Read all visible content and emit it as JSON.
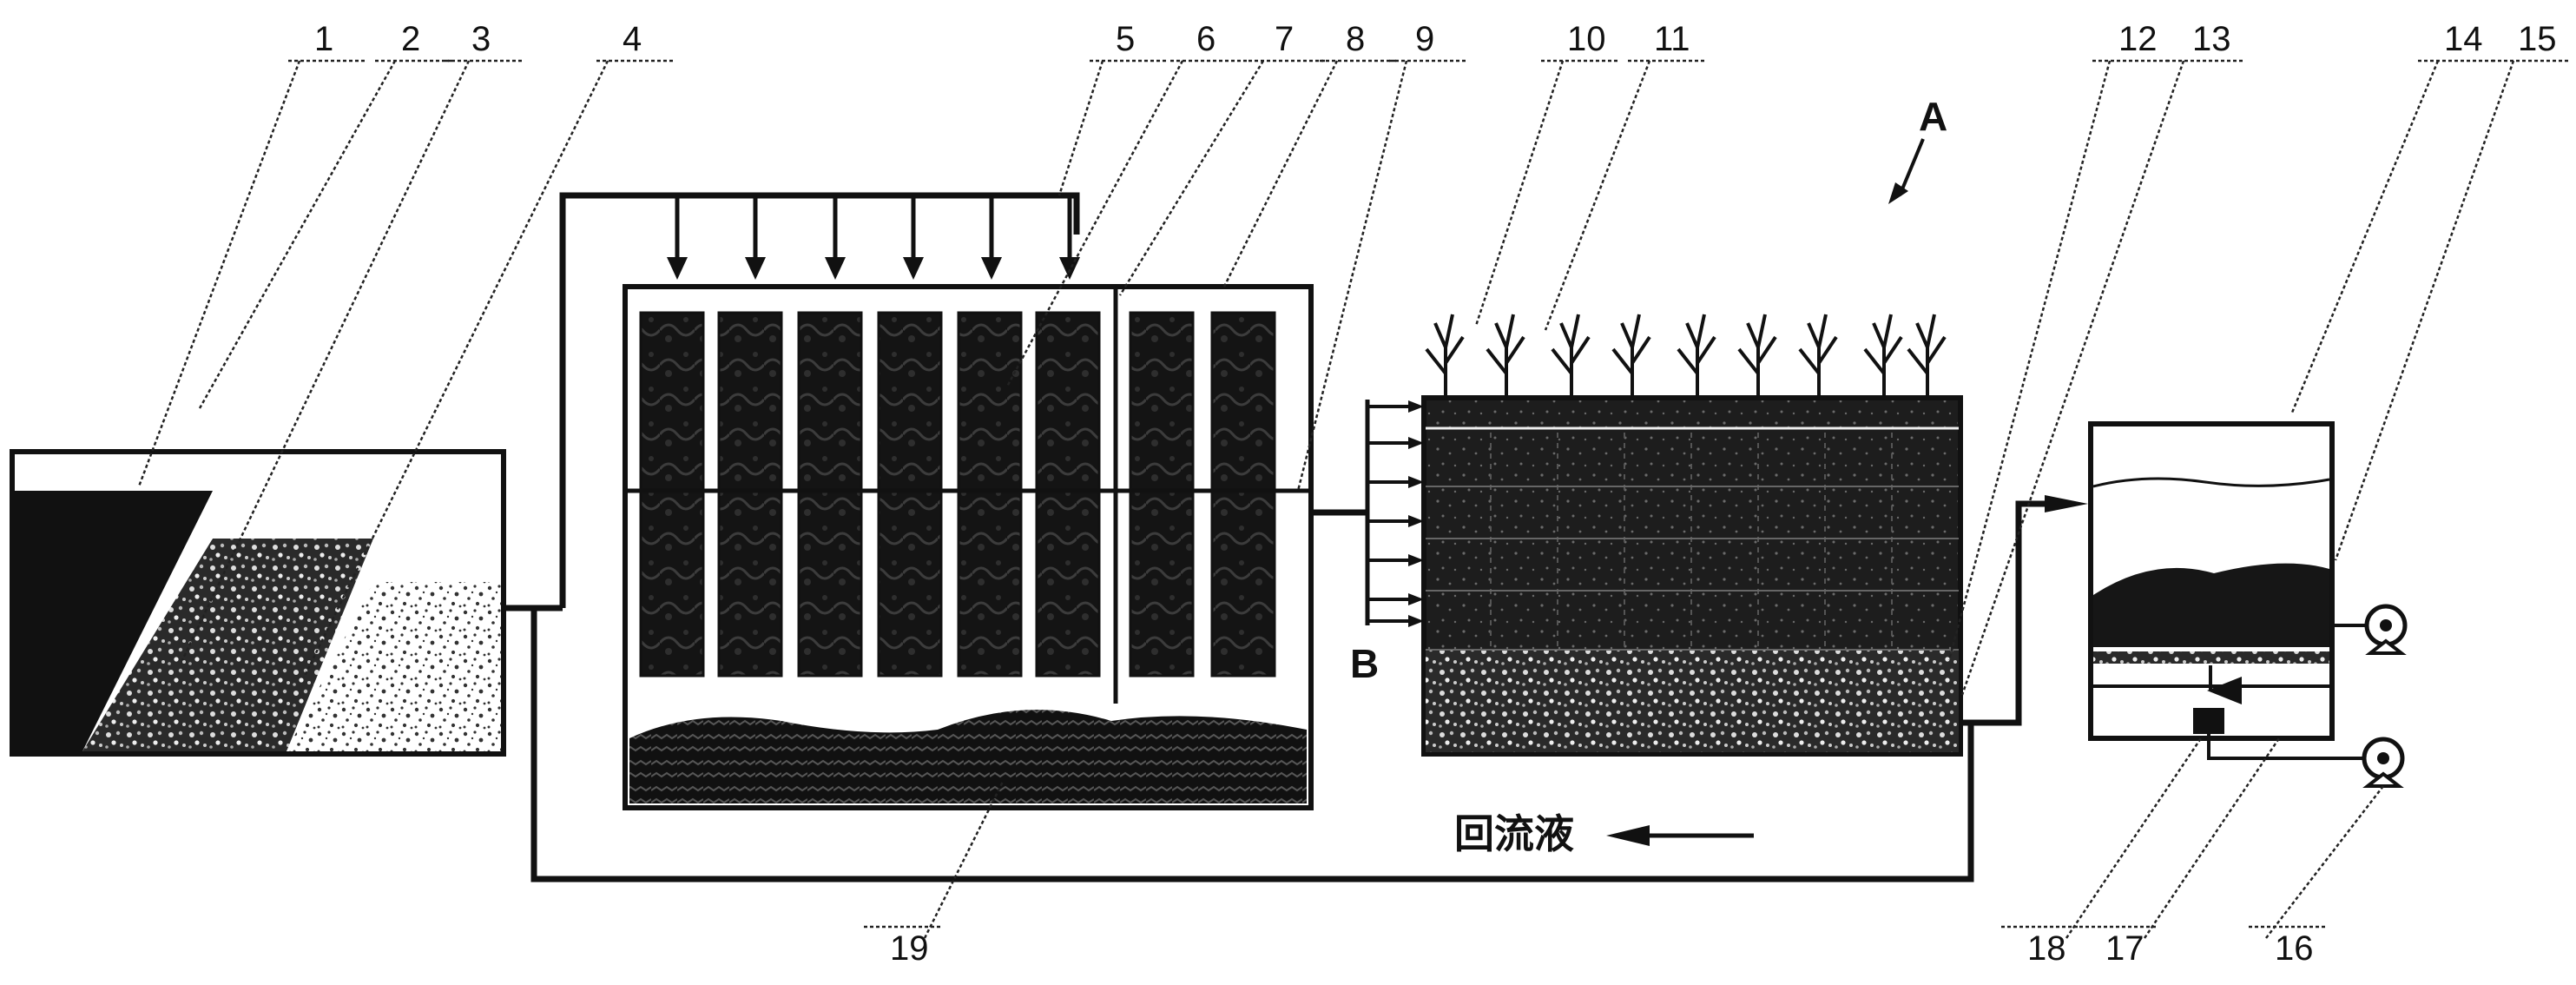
{
  "callouts": [
    {
      "num": "1"
    },
    {
      "num": "2"
    },
    {
      "num": "3"
    },
    {
      "num": "4"
    },
    {
      "num": "5"
    },
    {
      "num": "6"
    },
    {
      "num": "7"
    },
    {
      "num": "8"
    },
    {
      "num": "9"
    },
    {
      "num": "10"
    },
    {
      "num": "11"
    },
    {
      "num": "12"
    },
    {
      "num": "13"
    },
    {
      "num": "14"
    },
    {
      "num": "15"
    },
    {
      "num": "16"
    },
    {
      "num": "17"
    },
    {
      "num": "18"
    },
    {
      "num": "19"
    }
  ],
  "letters": {
    "a": "A",
    "b": "B"
  },
  "reflux_label": "回流液",
  "colors": {
    "ink": "#111111",
    "paper": "#ffffff",
    "dense_fill": "#1a1a1a",
    "gravel_fill": "#3a3a3a"
  }
}
